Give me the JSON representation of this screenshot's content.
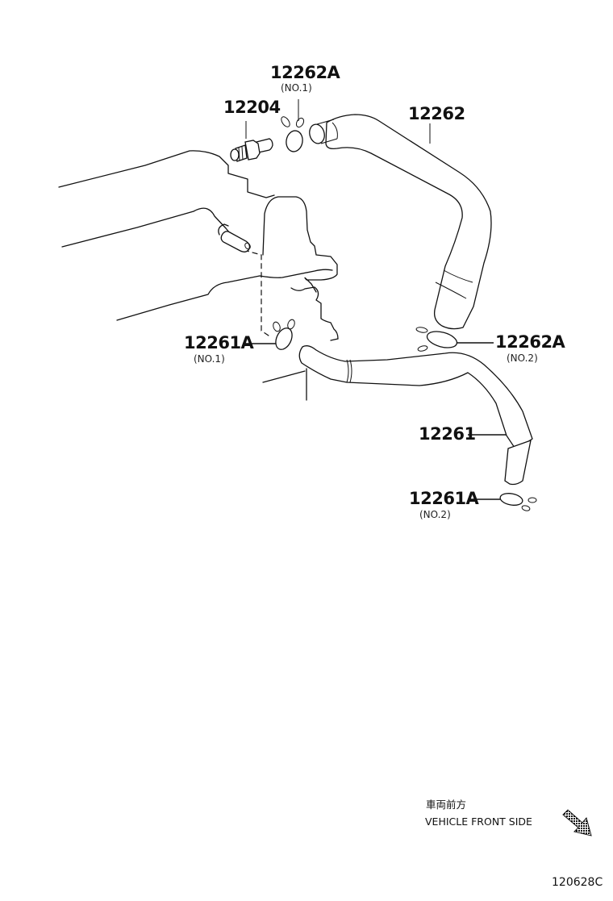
{
  "diagram": {
    "title": "Ventilation hose parts diagram",
    "parts": [
      {
        "id": "p_12262A_1",
        "number": "12262A",
        "qualifier": "(NO.1)",
        "description": "hose clamp"
      },
      {
        "id": "p_12204",
        "number": "12204",
        "qualifier": "",
        "description": "PCV valve"
      },
      {
        "id": "p_12262",
        "number": "12262",
        "qualifier": "",
        "description": "ventilation hose"
      },
      {
        "id": "p_12261A_1",
        "number": "12261A",
        "qualifier": "(NO.1)",
        "description": "hose clamp"
      },
      {
        "id": "p_12262A_2",
        "number": "12262A",
        "qualifier": "(NO.2)",
        "description": "hose clamp"
      },
      {
        "id": "p_12261",
        "number": "12261",
        "qualifier": "",
        "description": "ventilation hose"
      },
      {
        "id": "p_12261A_2",
        "number": "12261A",
        "qualifier": "(NO.2)",
        "description": "hose clamp"
      }
    ],
    "labels": {
      "l12262A_1": "12262A",
      "l12262A_1_sub": "(NO.1)",
      "l12204": "12204",
      "l12262": "12262",
      "l12261A_1": "12261A",
      "l12261A_1_sub": "(NO.1)",
      "l12262A_2": "12262A",
      "l12262A_2_sub": "(NO.2)",
      "l12261": "12261",
      "l12261A_2": "12261A",
      "l12261A_2_sub": "(NO.2)"
    },
    "orientation": {
      "japanese": "車両前方",
      "english": "VEHICLE FRONT SIDE",
      "arrow_icon": "arrow-down-right-icon"
    },
    "diagram_id": "120628C"
  }
}
